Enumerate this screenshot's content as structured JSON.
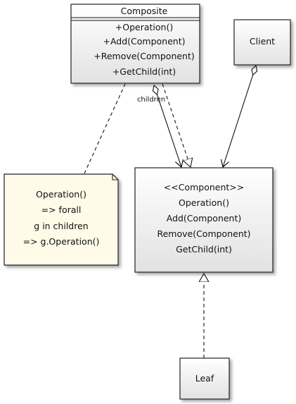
{
  "composite": {
    "name": "Composite",
    "members": [
      "+Operation()",
      "+Add(Component)",
      "+Remove(Component)",
      "+GetChild(int)"
    ]
  },
  "client": {
    "name": "Client"
  },
  "component": {
    "stereotype": "<<Component>>",
    "members": [
      "Operation()",
      "Add(Component)",
      "Remove(Component)",
      "GetChild(int)"
    ]
  },
  "leaf": {
    "name": "Leaf"
  },
  "note": {
    "lines": [
      "Operation()",
      "=> forall",
      "g in children",
      "=> g.Operation()"
    ]
  },
  "relations": {
    "children_label": "children"
  }
}
